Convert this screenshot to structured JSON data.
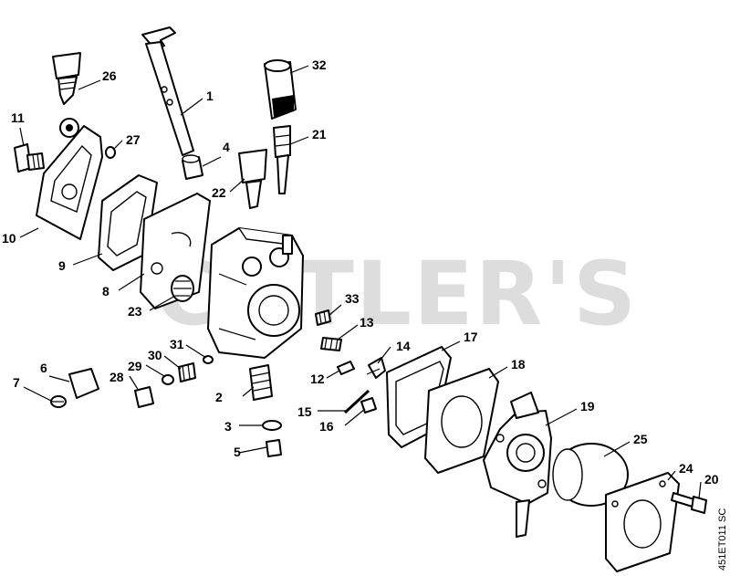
{
  "watermark": "CUTLER'S",
  "drawing_code": "451ET011 SC",
  "callouts": {
    "c1": "1",
    "c2": "2",
    "c3": "3",
    "c4": "4",
    "c5": "5",
    "c6": "6",
    "c7": "7",
    "c8": "8",
    "c9": "9",
    "c10": "10",
    "c11": "11",
    "c12": "12",
    "c13": "13",
    "c14": "14",
    "c15": "15",
    "c16": "16",
    "c17": "17",
    "c18": "18",
    "c19": "19",
    "c20": "20",
    "c21": "21",
    "c22": "22",
    "c23": "23",
    "c24": "24",
    "c25": "25",
    "c26": "26",
    "c27": "27",
    "c28": "28",
    "c29": "29",
    "c30": "30",
    "c31": "31",
    "c32": "32",
    "c33": "33"
  }
}
